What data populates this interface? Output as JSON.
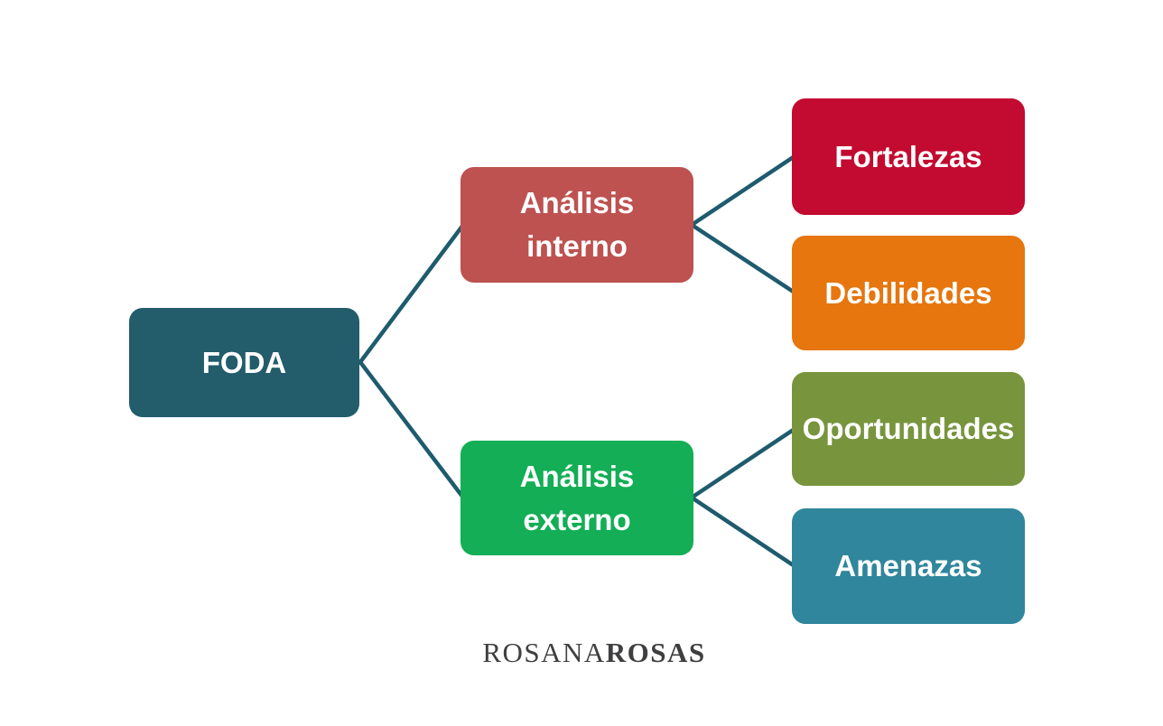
{
  "diagram": {
    "nodes": {
      "foda": {
        "label": "FODA",
        "color": "#235C6B"
      },
      "interno": {
        "line1": "Análisis",
        "line2": "interno",
        "color": "#BD5250"
      },
      "externo": {
        "line1": "Análisis",
        "line2": "externo",
        "color": "#13AE55"
      },
      "fortalezas": {
        "label": "Fortalezas",
        "color": "#C30A30"
      },
      "debilidades": {
        "label": "Debilidades",
        "color": "#E6760D"
      },
      "oportunidades": {
        "label": "Oportunidades",
        "color": "#78953D"
      },
      "amenazas": {
        "label": "Amenazas",
        "color": "#30869C"
      }
    },
    "connector_color": "#1E5B6E",
    "node_text_color": "#FFFFFF"
  },
  "footer": {
    "brand_part1": "ROSANA",
    "brand_part2": "ROSAS",
    "brand_color": "#3F3E40"
  }
}
